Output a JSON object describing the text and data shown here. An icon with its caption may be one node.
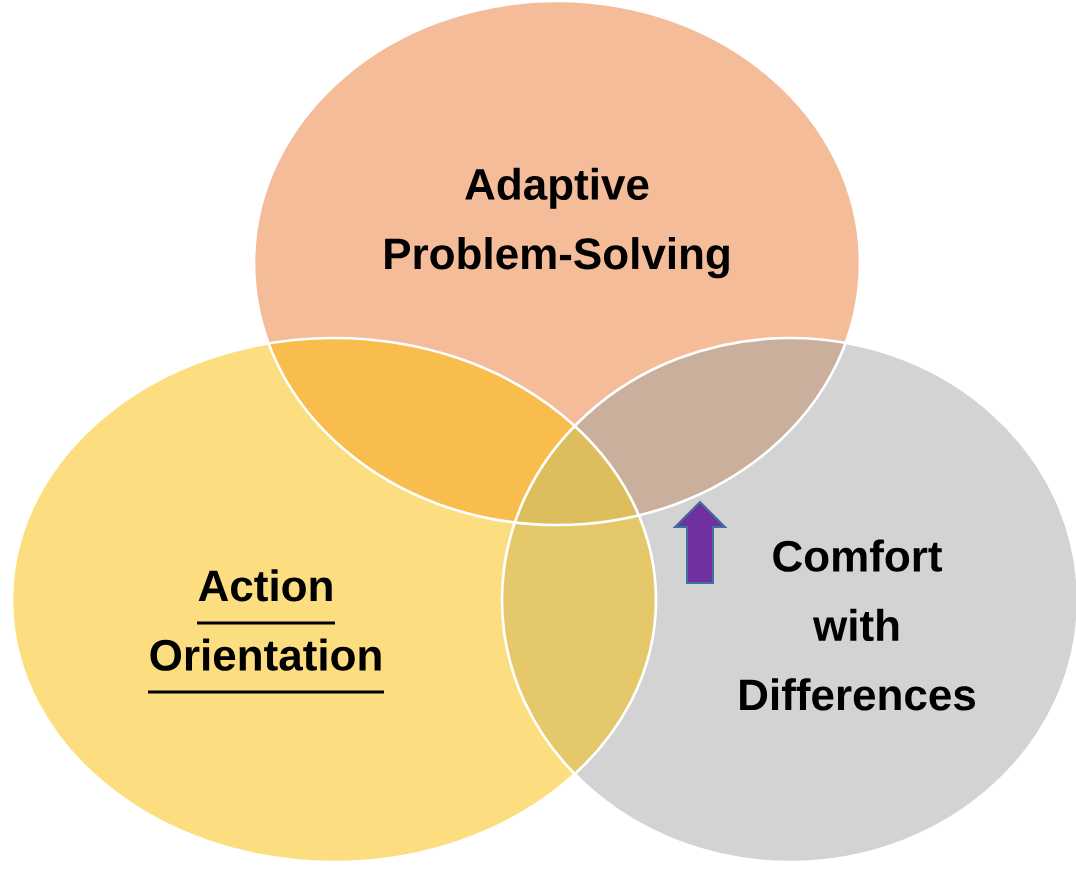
{
  "diagram": {
    "nodes": [
      {
        "text": [
          "Adaptive Problem-Solving"
        ]
      },
      {
        "text": [
          "Action Orientation"
        ]
      },
      {
        "text": [
          "Comfort with Differences"
        ]
      }
    ]
  }
}
